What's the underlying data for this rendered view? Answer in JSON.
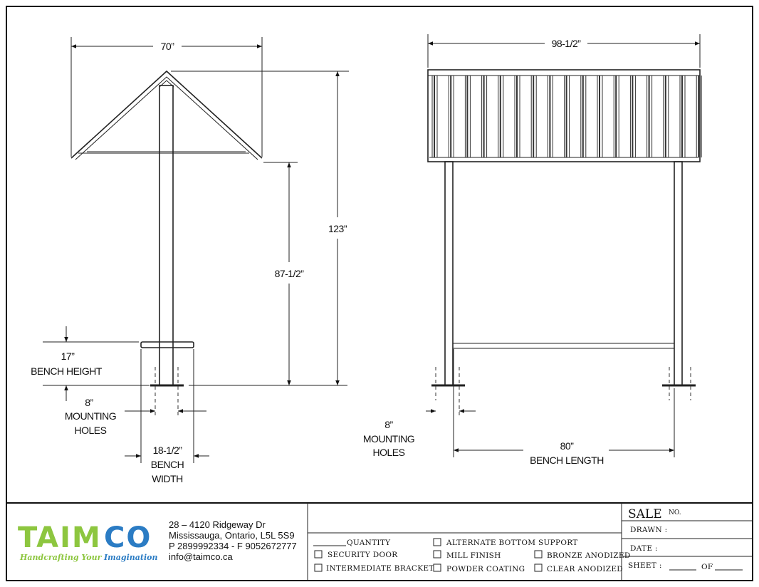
{
  "side_view": {
    "width_dim": "70”",
    "total_height_dim": "123”",
    "clearance_dim": "87-1/2”",
    "bench_height_value": "17”",
    "bench_height_label": "BENCH HEIGHT",
    "mounting_value": "8”",
    "mounting_label_1": "MOUNTING",
    "mounting_label_2": "HOLES",
    "bench_width_value": "18-1/2”",
    "bench_width_label_1": "BENCH",
    "bench_width_label_2": "WIDTH"
  },
  "front_view": {
    "width_dim": "98-1/2”",
    "mounting_value": "8”",
    "mounting_label_1": "MOUNTING",
    "mounting_label_2": "HOLES",
    "bench_length_value": "80”",
    "bench_length_label": "BENCH LENGTH"
  },
  "title_block": {
    "logo": {
      "text_green": "TAIM",
      "text_blue": "CO",
      "tagline_1": "Handcrafting Your",
      "tagline_2": "Imagination",
      "green": "#8dc63f",
      "blue": "#2b7cc4"
    },
    "address": [
      "28 – 4120 Ridgeway Dr",
      "Mississauga, Ontario, L5L 5S9",
      "P 2899992334 - F 9052672777",
      "info@taimco.ca"
    ],
    "quantity_label": "QUANTITY",
    "options": [
      "SECURITY DOOR",
      "INTERMEDIATE BRACKET",
      "ALTERNATE BOTTOM SUPPORT",
      "MILL FINISH",
      "POWDER COATING",
      "BRONZE ANODIZED",
      "CLEAR ANODIZED"
    ],
    "sale_label": "SALE",
    "sale_no": "NO.",
    "drawn_label": "DRAWN :",
    "date_label": "DATE :",
    "sheet_label": "SHEET :",
    "of_label": "OF"
  }
}
